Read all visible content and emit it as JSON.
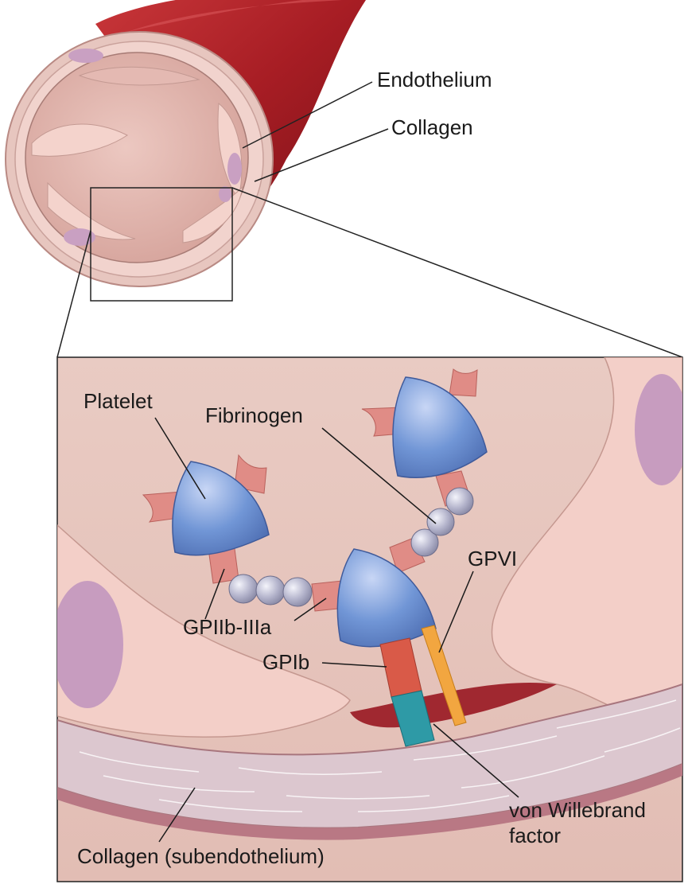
{
  "labels": {
    "endothelium": "Endothelium",
    "collagen": "Collagen",
    "platelet": "Platelet",
    "fibrinogen": "Fibrinogen",
    "gpvi": "GPVI",
    "gpiib_iiia": "GPIIb-IIIa",
    "gpib": "GPIb",
    "vwf_line1": "von Willebrand",
    "vwf_line2": "factor",
    "collagen_sub": "Collagen (subendothelium)"
  },
  "colors": {
    "vessel_red": "#b8242a",
    "lumen_pink": "#e9c2bc",
    "endothelium_pink": "#f3cfc8",
    "nucleus_purple": "#c79cbf",
    "platelet_blue": "#6b8fd0",
    "receptor_salmon": "#e08c86",
    "gpib_red": "#d95a48",
    "vwf_teal": "#2e9aa6",
    "gpvi_orange": "#f2a640",
    "fibrinogen_gray": "#b9b9cf",
    "collagen_band": "#d6c2cc"
  }
}
